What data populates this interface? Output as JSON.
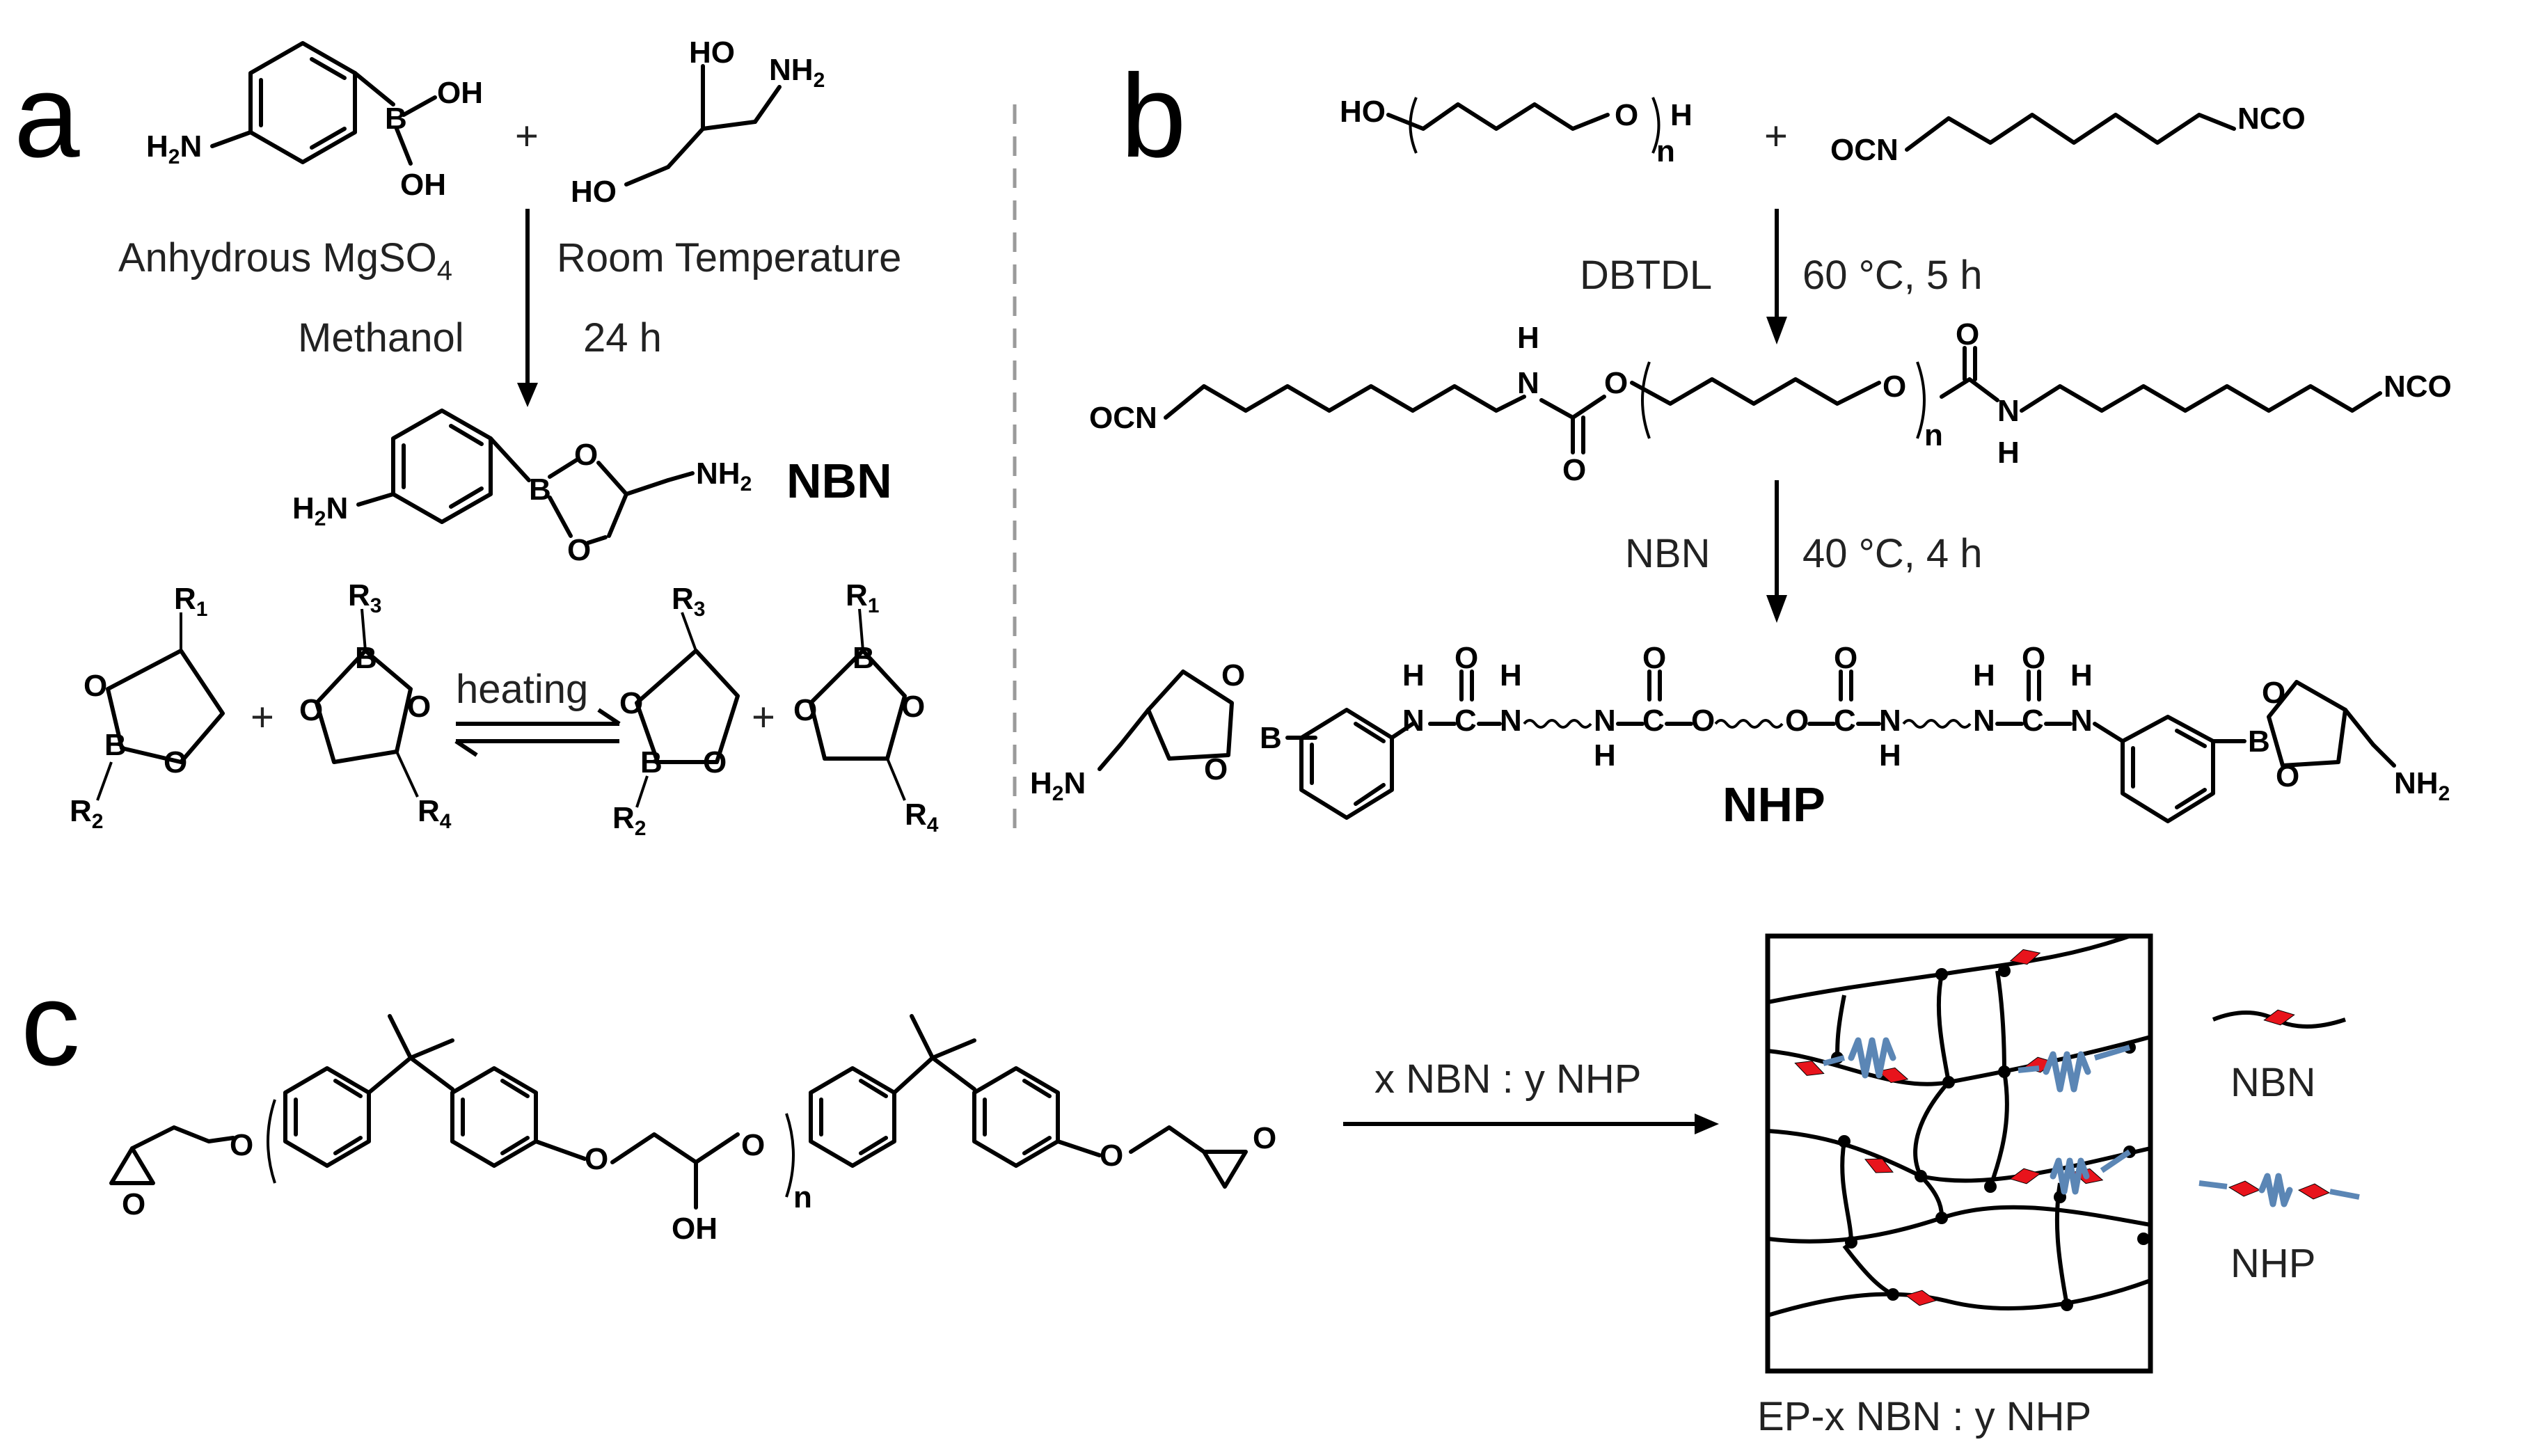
{
  "panels": {
    "a": "a",
    "b": "b",
    "c": "c"
  },
  "panel_a": {
    "cond_left_1": "Anhydrous MgSO",
    "cond_left_1_sub": "4",
    "cond_right_1": "Room Temperature",
    "cond_left_2": "Methanol",
    "cond_right_2": "24 h",
    "product_name": "NBN",
    "equilibrium_label": "heating",
    "atoms": {
      "h2n": "H",
      "h2n_sub": "2",
      "h2n_n": "N",
      "b": "B",
      "oh": "OH",
      "ho": "HO",
      "nh2": "NH",
      "nh2_sub": "2",
      "o": "O",
      "r1": "R",
      "r1_sub": "1",
      "r2": "R",
      "r2_sub": "2",
      "r3": "R",
      "r3_sub": "3",
      "r4": "R",
      "r4_sub": "4",
      "plus": "+"
    }
  },
  "panel_b": {
    "cond_left_1": "DBTDL",
    "cond_right_1": "60 °C, 5 h",
    "cond_left_2": "NBN",
    "cond_right_2": "40 °C, 4 h",
    "product_name": "NHP",
    "atoms": {
      "ho": "HO",
      "h": "H",
      "n_sub": "n",
      "ocn": "OCN",
      "nco": "NCO",
      "o": "O",
      "n": "N",
      "c": "C",
      "b": "B",
      "plus": "+",
      "h2n": "H",
      "h2n_sub": "2",
      "h2n_n": "N",
      "nh2": "NH",
      "nh2_sub": "2"
    }
  },
  "panel_c": {
    "arrow_label": "x NBN : y NHP",
    "network_label": "EP-x NBN : y NHP",
    "legend": [
      {
        "name": "NBN"
      },
      {
        "name": "NHP"
      }
    ],
    "atoms": {
      "o": "O",
      "oh": "OH",
      "n_sub": "n"
    }
  },
  "colors": {
    "dynamic_bond": "#e8141c",
    "soft_segment": "#5b86b5",
    "divider": "#9a9a9a"
  }
}
